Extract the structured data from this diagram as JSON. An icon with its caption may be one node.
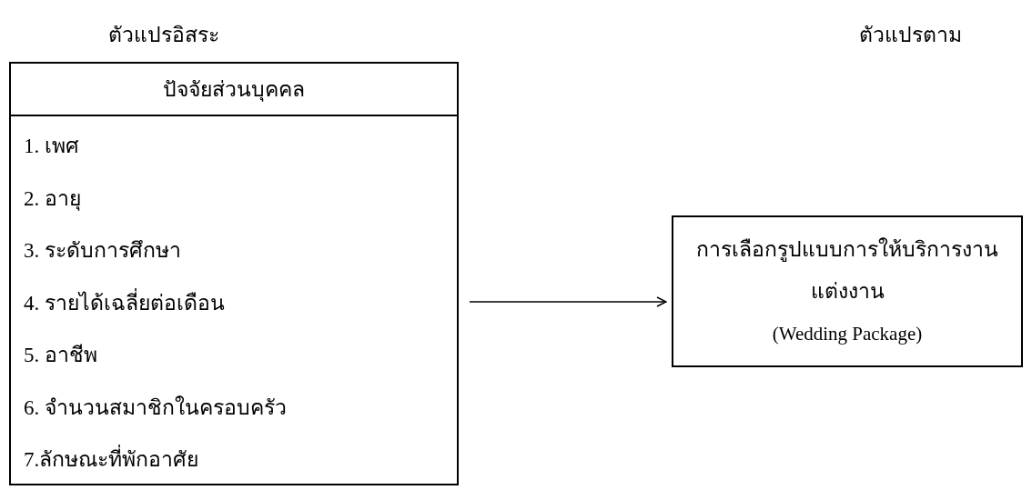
{
  "diagram": {
    "nodes": [
      {
        "text": [
          "ปัจจัยส่วนบุคคล",
          "1. เพศ",
          "2. อายุ",
          "3. ระดับการศึกษา",
          "4. รายได้เฉลี่ยต่อเดือน",
          "5. อาชีพ",
          "6. จำนวนสมาชิกในครอบครัว",
          "7.ลักษณะที่พักอาศัย"
        ]
      },
      {
        "text": [
          "การเลือกรูปแบบการให้บริการงานแต่งงาน",
          "(Wedding Package)"
        ]
      }
    ],
    "edges": [
      {
        "from": 0,
        "to": 1,
        "arrow": "to"
      }
    ],
    "labels": [
      "ตัวแปรอิสระ",
      "ตัวแปรตาม"
    ]
  }
}
